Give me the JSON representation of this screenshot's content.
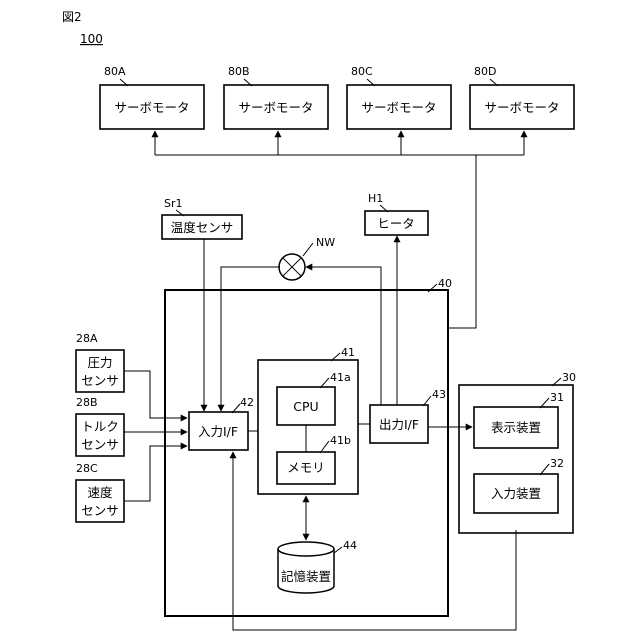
{
  "figure": {
    "label": "図2",
    "ref": "100"
  },
  "servos": [
    {
      "ref": "80A",
      "label": "サーボモータ"
    },
    {
      "ref": "80B",
      "label": "サーボモータ"
    },
    {
      "ref": "80C",
      "label": "サーボモータ"
    },
    {
      "ref": "80D",
      "label": "サーボモータ"
    }
  ],
  "temp_sensor": {
    "ref": "Sr1",
    "label": "温度センサ"
  },
  "heater": {
    "ref": "H1",
    "label": "ヒータ"
  },
  "network": {
    "ref": "NW"
  },
  "controller": {
    "ref": "40"
  },
  "processor": {
    "ref": "41"
  },
  "cpu": {
    "ref": "41a",
    "label": "CPU"
  },
  "memory": {
    "ref": "41b",
    "label": "メモリ"
  },
  "input_if": {
    "ref": "42",
    "label": "入力I/F"
  },
  "output_if": {
    "ref": "43",
    "label": "出力I/F"
  },
  "storage": {
    "ref": "44",
    "label": "記憶装置"
  },
  "terminal": {
    "ref": "30"
  },
  "display": {
    "ref": "31",
    "label": "表示装置"
  },
  "input_device": {
    "ref": "32",
    "label": "入力装置"
  },
  "pressure_sensor": {
    "ref": "28A",
    "line1": "圧力",
    "line2": "センサ"
  },
  "torque_sensor": {
    "ref": "28B",
    "line1": "トルク",
    "line2": "センサ"
  },
  "speed_sensor": {
    "ref": "28C",
    "line1": "速度",
    "line2": "センサ"
  }
}
